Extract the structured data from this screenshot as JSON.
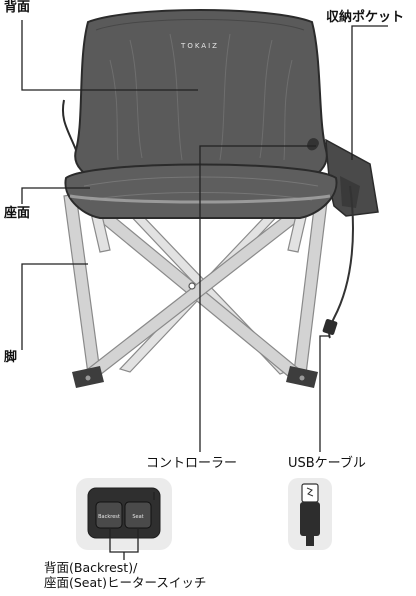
{
  "labels": {
    "backrest": "背面",
    "pocket": "収納ポケット",
    "seat": "座面",
    "legs": "脚",
    "controller": "コントローラー",
    "usb_cable": "USBケーブル",
    "switch_line1": "背面(Backrest)/",
    "switch_line2": "座面(Seat)ヒータースイッチ"
  },
  "brand": "TOKAIZ",
  "buttons": {
    "backrest": "Backrest",
    "seat": "Seat"
  },
  "colors": {
    "fabric": "#5a5a5a",
    "fabric_dark": "#3f3f3f",
    "frame": "#c9c9c9",
    "frame_outline": "#8a8a8a",
    "line": "#222222",
    "panel": "#ebebeb"
  }
}
